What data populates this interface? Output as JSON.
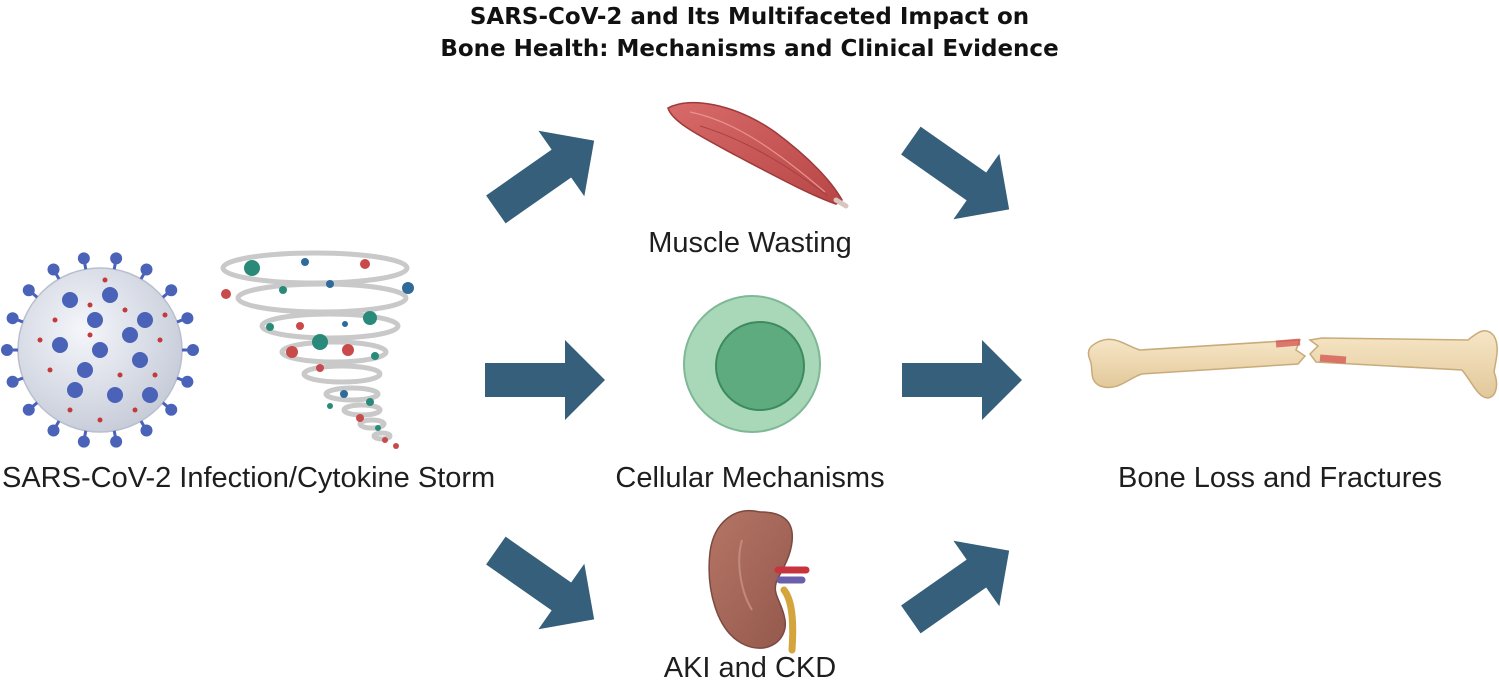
{
  "title": {
    "line1": "SARS-CoV-2 and Its Multifaceted Impact on",
    "line2": "Bone Health: Mechanisms and Clinical Evidence"
  },
  "nodes": {
    "source": "SARS-CoV-2 Infection/Cytokine Storm",
    "muscle": "Muscle Wasting",
    "cellular": "Cellular Mechanisms",
    "kidney": "AKI and CKD",
    "outcome": "Bone Loss and Fractures"
  },
  "colors": {
    "arrow": "#355f7a",
    "virus_body": "#dfe3ec",
    "virus_spike": "#4a62b8",
    "muscle": "#c85454",
    "cell_outer": "#a8d8b8",
    "cell_inner": "#5dab7f",
    "kidney": "#a5675a",
    "bone": "#f1dcb4",
    "fracture": "#cf3b3b"
  }
}
